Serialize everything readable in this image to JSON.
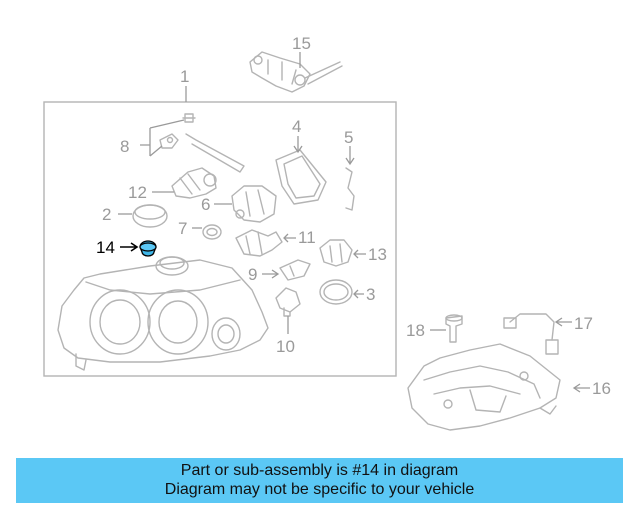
{
  "colors": {
    "caption_background": "#5bc8f5",
    "line_art": "#b4b4b4",
    "label_text": "#9a9a9a",
    "highlight": "#000000",
    "highlight_fill": "#3fb6e8"
  },
  "callouts": {
    "c1": "1",
    "c2": "2",
    "c3": "3",
    "c4": "4",
    "c5": "5",
    "c6": "6",
    "c7": "7",
    "c8": "8",
    "c9": "9",
    "c10": "10",
    "c11": "11",
    "c12": "12",
    "c13": "13",
    "c14": "14",
    "c15": "15",
    "c16": "16",
    "c17": "17",
    "c18": "18"
  },
  "caption": {
    "line1": "Part or sub-assembly is #14 in diagram",
    "line2": "Diagram may not be specific to your vehicle"
  }
}
